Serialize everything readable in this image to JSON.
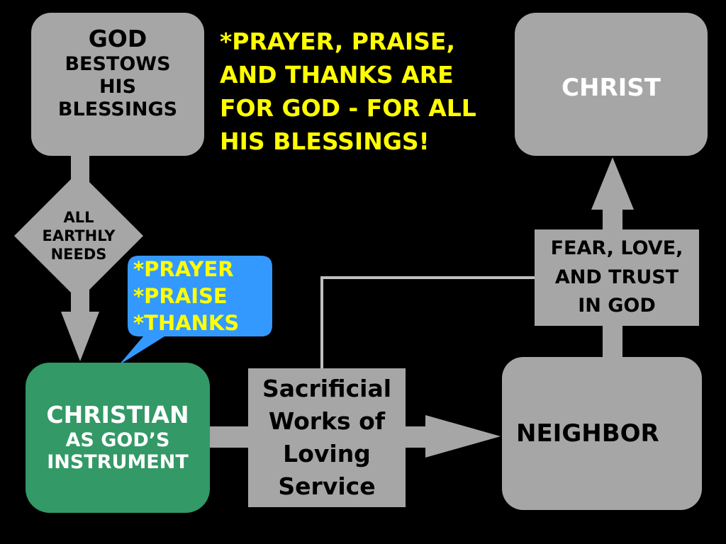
{
  "colors": {
    "background": "#000000",
    "box_gray": "#a6a6a6",
    "christian_green": "#339966",
    "bubble_blue": "#3399ff",
    "highlight_yellow": "#ffff00",
    "connector_light": "#c0c0c0"
  },
  "god_box": {
    "lines": [
      "GOD",
      "BESTOWS",
      "HIS",
      "BLESSINGS"
    ]
  },
  "needs_diamond": {
    "lines": [
      "ALL",
      "EARTHLY",
      "NEEDS"
    ]
  },
  "bubble": {
    "lines": [
      "*PRAYER",
      "*PRAISE",
      "*THANKS"
    ]
  },
  "christian_box": {
    "lines": [
      "CHRISTIAN",
      "AS GOD’S",
      "INSTRUMENT"
    ]
  },
  "works_box": {
    "lines": [
      "Sacrificial",
      "Works of",
      "Loving",
      "Service"
    ]
  },
  "neighbor_box": {
    "label": "NEIGHBOR"
  },
  "fear_box": {
    "lines": [
      "FEAR, LOVE,",
      "AND TRUST",
      "IN GOD"
    ]
  },
  "christ_box": {
    "label": "CHRIST"
  },
  "note": {
    "lines": [
      "*PRAYER, PRAISE,",
      "AND THANKS ARE",
      "FOR GOD - FOR ALL",
      "HIS BLESSINGS!"
    ]
  }
}
